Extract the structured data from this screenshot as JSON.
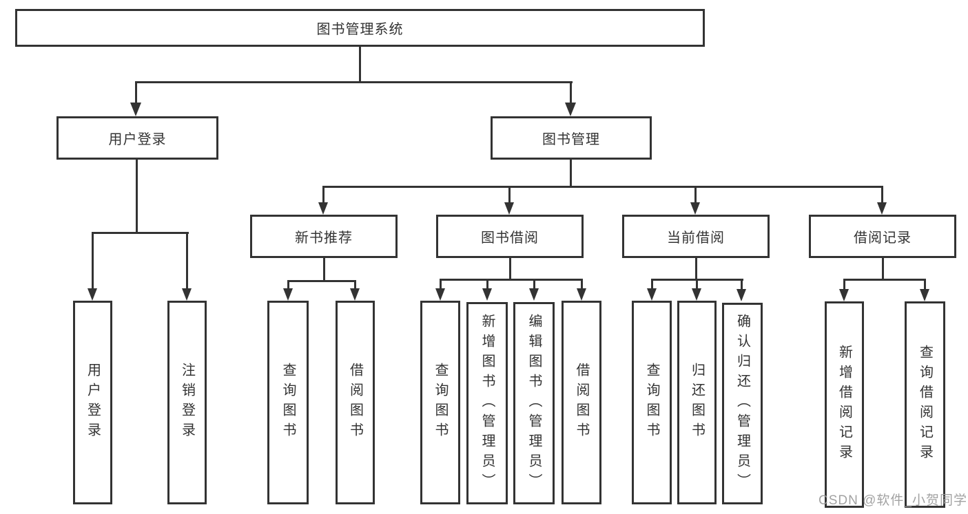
{
  "diagram": {
    "title": "图书管理系统",
    "tree": {
      "root": {
        "label": "图书管理系统"
      },
      "user_login": {
        "label": "用户登录",
        "children": [
          "用户登录",
          "注销登录"
        ]
      },
      "book_mgmt": {
        "label": "图书管理",
        "groups": {
          "new_book_rec": {
            "label": "新书推荐",
            "children": [
              "查询图书",
              "借阅图书"
            ]
          },
          "book_borrow": {
            "label": "图书借阅",
            "children": [
              "查询图书",
              "新增图书（管理员）",
              "编辑图书（管理员）",
              "借阅图书"
            ]
          },
          "current_borrow": {
            "label": "当前借阅",
            "children": [
              "查询图书",
              "归还图书",
              "确认归还（管理员）"
            ]
          },
          "borrow_record": {
            "label": "借阅记录",
            "children": [
              "新增借阅记录",
              "查询借阅记录"
            ]
          }
        }
      }
    }
  },
  "watermark": {
    "text": "CSDN @软件_小贺同学"
  },
  "colors": {
    "line": "#333333",
    "box_border": "#333333",
    "text": "#333333",
    "watermark": "#9b9b9b",
    "background": "#ffffff"
  }
}
